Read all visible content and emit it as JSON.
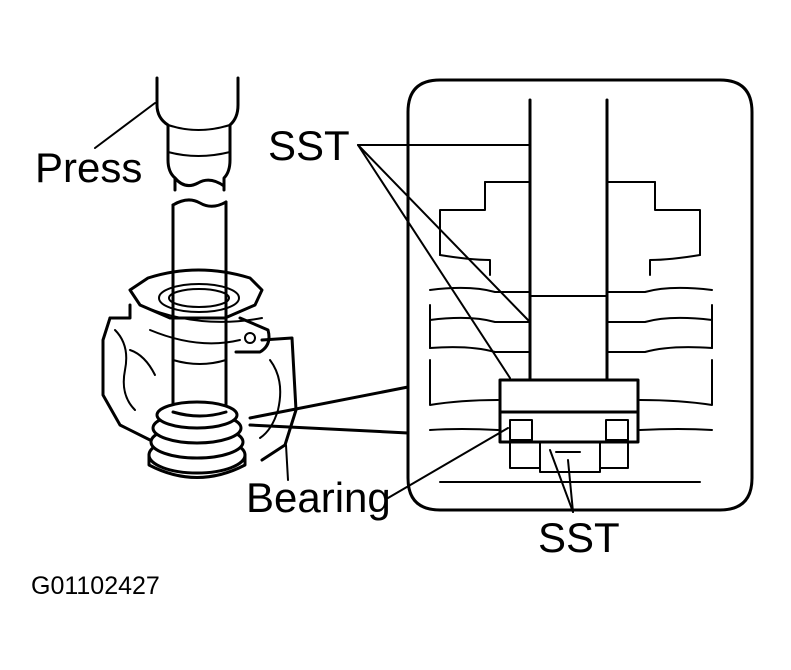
{
  "labels": {
    "press": "Press",
    "sst_top": "SST",
    "bearing": "Bearing",
    "sst_bottom": "SST",
    "figure_code": "G01102427"
  }
}
